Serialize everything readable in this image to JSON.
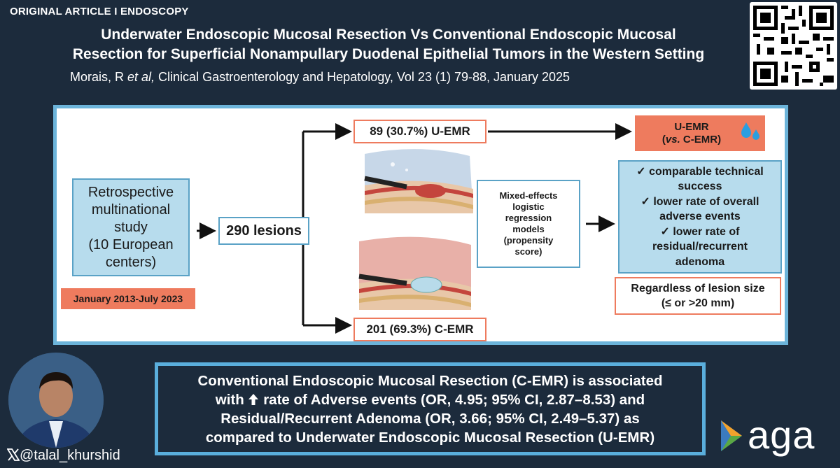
{
  "header": {
    "category": "ORIGINAL ARTICLE I ENDOSCOPY",
    "title_line1": "Underwater Endoscopic Mucosal Resection Vs Conventional Endoscopic Mucosal",
    "title_line2": "Resection for Superficial Nonampullary Duodenal Epithelial Tumors in the Western Setting",
    "citation_author": "Morais, R ",
    "citation_etal": "et al,",
    "citation_rest": " Clinical Gastroenterology and Hepatology, Vol 23 (1) 79-88, January 2025"
  },
  "flow": {
    "study_lines": [
      "Retrospective",
      "multinational",
      "study",
      "(10 European",
      "centers)"
    ],
    "dates": "January 2013-July 2023",
    "lesions": "290 lesions",
    "uemr_group": "89 (30.7%) U-EMR",
    "cemr_group": "201 (69.3%) C-EMR",
    "model_lines": [
      "Mixed-effects",
      "logistic",
      "regression",
      "models",
      "(propensity",
      "score)"
    ],
    "outcome_title": "U-EMR",
    "outcome_vs": "vs.",
    "outcome_rest": " C-EMR)",
    "results": [
      {
        "check": "✓",
        "line1": "comparable technical",
        "line2": "success"
      },
      {
        "check": "✓",
        "line1": "lower rate of overall",
        "line2": "adverse events"
      },
      {
        "check": "✓",
        "line1": "lower rate of",
        "line2": "residual/recurrent",
        "line3": "adenoma"
      }
    ],
    "regardless_line1": "Regardless of lesion size",
    "regardless_line2": "(≤ or >20 mm)"
  },
  "footer": {
    "handle": "@talal_khurshid",
    "conclusion_lines": [
      "Conventional Endoscopic Mucosal Resection (C-EMR) is associated",
      "rate of Adverse events (OR, 4.95; 95% CI, 2.87–8.53) and",
      "Residual/Recurrent Adenoma (OR, 3.66; 95% CI, 2.49–5.37) as",
      "compared to Underwater Endoscopic Mucosal Resection (U-EMR)"
    ],
    "conclusion_with": "with",
    "logo_text": "aga"
  },
  "colors": {
    "background": "#1c2b3c",
    "panel_border": "#6cb4da",
    "box_blue": "#b7dced",
    "box_orange": "#ee7b5e",
    "aga_blue": "#3b7bbf"
  },
  "icons": [
    "x-logo-icon",
    "qr-code-icon",
    "water-drops-icon",
    "up-arrow-icon",
    "aga-logo"
  ]
}
